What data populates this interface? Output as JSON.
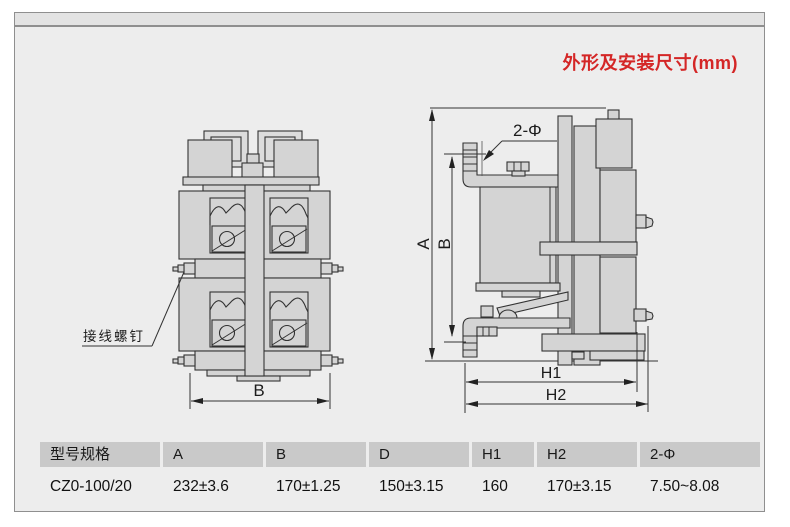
{
  "title": {
    "text": "外形及安装尺寸(mm)"
  },
  "front_view": {
    "terminal_screw_label": "接线螺钉",
    "width_dim": "B"
  },
  "side_view": {
    "hole_dim": "2-Φ",
    "overall_height_dim": "A",
    "mounting_height_dim": "B",
    "depth_dim_1": "H1",
    "depth_dim_2": "H2"
  },
  "table": {
    "headers": [
      "型号规格",
      "A",
      "B",
      "D",
      "H1",
      "H2",
      "2-Φ"
    ],
    "rows": [
      [
        "CZ0-100/20",
        "232±3.6",
        "170±1.25",
        "150±3.15",
        "160",
        "170±3.15",
        "7.50~8.08"
      ]
    ]
  },
  "colors": {
    "title": "#d42626",
    "table_header_bg": "#c9c9c9",
    "panel_bg": "#ededed",
    "drawing_fill": "#d4d4d4",
    "line": "#333333"
  }
}
